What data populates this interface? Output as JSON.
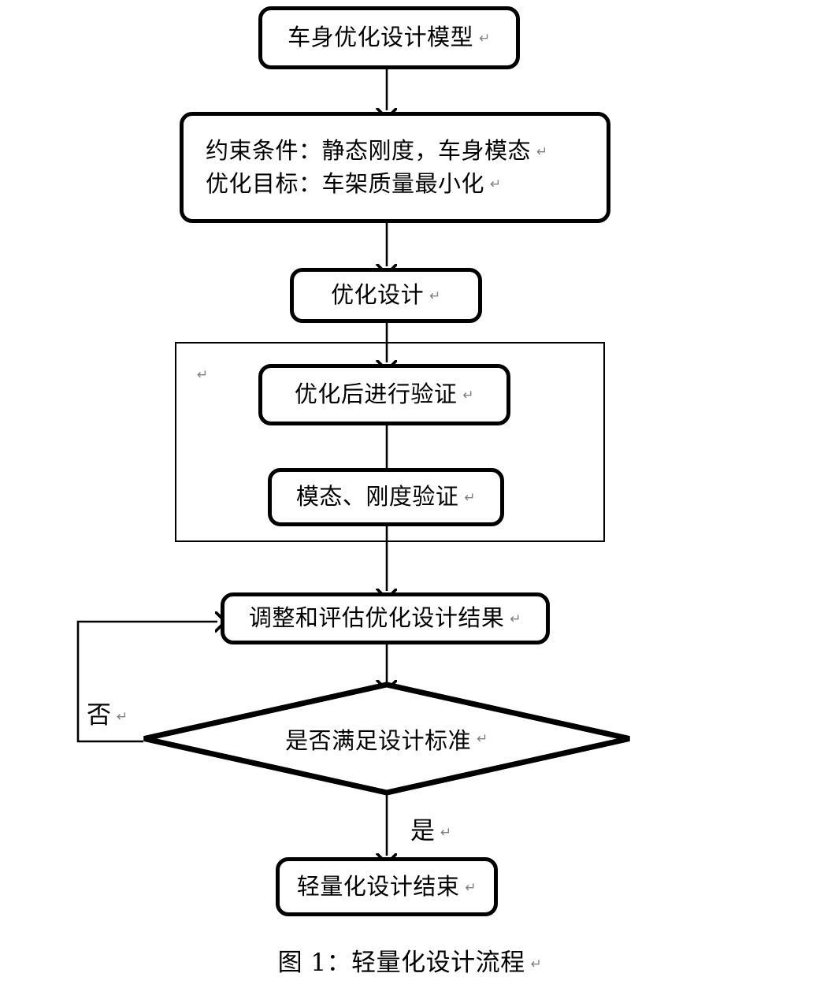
{
  "figure": {
    "caption": "图 1：轻量化设计流程",
    "caption_return_mark": "↵"
  },
  "diagram": {
    "type": "flowchart",
    "orientation": "top-to-bottom",
    "return_mark": "↵",
    "nodes": [
      {
        "id": "model",
        "shape": "rounded-rect",
        "label": "车身优化设计模型"
      },
      {
        "id": "conditions",
        "shape": "rounded-rect",
        "line1": "约束条件：静态刚度，车身模态",
        "line2": "优化目标：车架质量最小化"
      },
      {
        "id": "optimize",
        "shape": "rounded-rect",
        "label": "优化设计"
      },
      {
        "id": "verify-after",
        "shape": "rounded-rect",
        "label": "优化后进行验证"
      },
      {
        "id": "modal-stiffness",
        "shape": "rounded-rect",
        "label": "模态、刚度验证"
      },
      {
        "id": "adjust-evaluate",
        "shape": "rounded-rect",
        "label": "调整和评估优化设计结果"
      },
      {
        "id": "decision",
        "shape": "diamond",
        "label": "是否满足设计标准"
      },
      {
        "id": "end",
        "shape": "rounded-rect",
        "label": "轻量化设计结束"
      }
    ],
    "group_box": {
      "id": "verification-group",
      "shape": "rect",
      "label": ""
    },
    "edge_labels": {
      "no": "否",
      "yes": "是"
    },
    "colors": {
      "stroke": "#000000",
      "fill": "#ffffff",
      "return_mark": "#808080"
    }
  }
}
